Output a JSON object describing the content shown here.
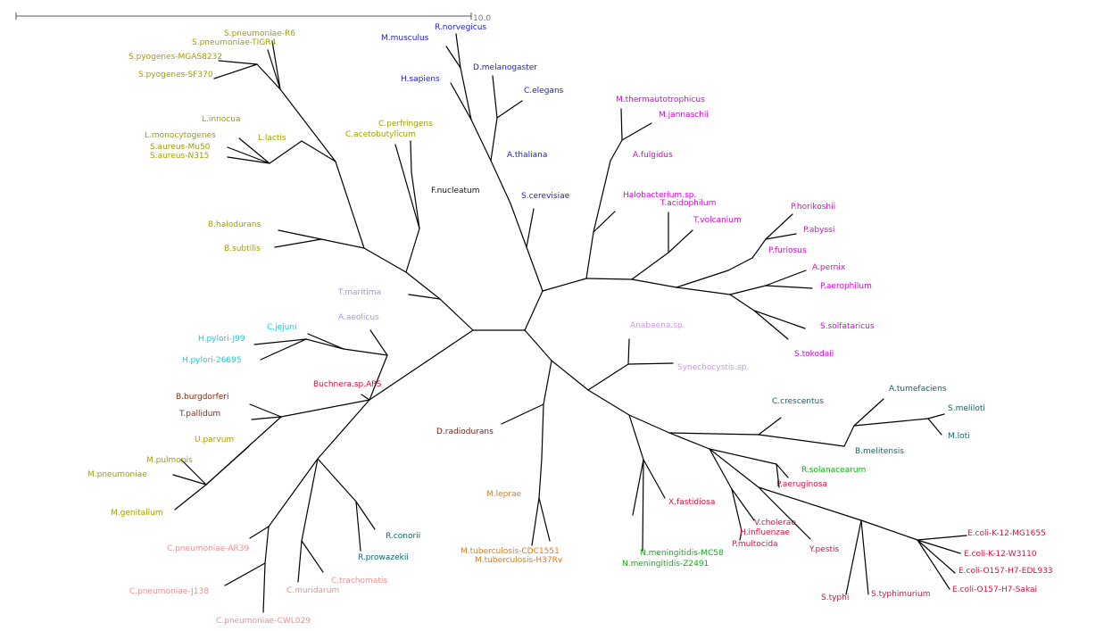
{
  "scale_bar": {
    "label": "10.0"
  },
  "groups": {
    "firmicutes": "#a0a000",
    "eukaryota": "#1c1cd8",
    "archaea": "#e000e0",
    "fusobacteria": "#111111",
    "thermotogae_aquificae": "#9999ee",
    "epsilonproteo": "#00d8e0",
    "gamma_red": "#e0103c",
    "spirochaetes": "#8b2a10",
    "chlamydia": "#f09090",
    "rickettsia": "#0a6a6a",
    "deinococcus": "#7a1a10",
    "actinobacteria": "#e87810",
    "betaproteo": "#10b010",
    "cyanobacteria": "#cc99e6",
    "alphaproteo": "#0a6a6a"
  },
  "taxa": [
    {
      "label": "S.pneumoniae-R6",
      "group": "firmicutes"
    },
    {
      "label": "S.pneumoniae-TIGR4",
      "group": "firmicutes"
    },
    {
      "label": "S.pyogenes-MGAS8232",
      "group": "firmicutes"
    },
    {
      "label": "S.pyogenes-SF370",
      "group": "firmicutes"
    },
    {
      "label": "L.innocua",
      "group": "firmicutes"
    },
    {
      "label": "L.lactis",
      "group": "firmicutes"
    },
    {
      "label": "L.monocytogenes",
      "group": "firmicutes"
    },
    {
      "label": "S.aureus-Mu50",
      "group": "firmicutes"
    },
    {
      "label": "S.aureus-N315",
      "group": "firmicutes"
    },
    {
      "label": "C.perfringens",
      "group": "firmicutes"
    },
    {
      "label": "C.acetobutylicum",
      "group": "firmicutes"
    },
    {
      "label": "B.halodurans",
      "group": "firmicutes"
    },
    {
      "label": "B.subtilis",
      "group": "firmicutes"
    },
    {
      "label": "F.nucleatum",
      "group": "fusobacteria"
    },
    {
      "label": "M.musculus",
      "group": "eukaryota"
    },
    {
      "label": "R.norvegicus",
      "group": "eukaryota"
    },
    {
      "label": "D.melanogaster",
      "group": "eukaryota"
    },
    {
      "label": "H.sapiens",
      "group": "eukaryota"
    },
    {
      "label": "C.elegans",
      "group": "eukaryota"
    },
    {
      "label": "A.thaliana",
      "group": "eukaryota"
    },
    {
      "label": "S.cerevisiae",
      "group": "eukaryota"
    },
    {
      "label": "M.thermautotrophicus",
      "group": "archaea"
    },
    {
      "label": "M.jannaschii",
      "group": "archaea"
    },
    {
      "label": "A.fulgidus",
      "group": "archaea"
    },
    {
      "label": "Halobacterium.sp.",
      "group": "archaea"
    },
    {
      "label": "T.acidophilum",
      "group": "archaea"
    },
    {
      "label": "T.volcanium",
      "group": "archaea"
    },
    {
      "label": "P.horikoshii",
      "group": "archaea"
    },
    {
      "label": "P.abyssi",
      "group": "archaea"
    },
    {
      "label": "P.furiosus",
      "group": "archaea"
    },
    {
      "label": "A.pernix",
      "group": "archaea"
    },
    {
      "label": "P.aerophilum",
      "group": "archaea"
    },
    {
      "label": "S.solfataricus",
      "group": "archaea"
    },
    {
      "label": "S.tokodaii",
      "group": "archaea"
    },
    {
      "label": "T.maritima",
      "group": "thermotogae_aquificae"
    },
    {
      "label": "A.aeolicus",
      "group": "thermotogae_aquificae"
    },
    {
      "label": "C.jejuni",
      "group": "epsilonproteo"
    },
    {
      "label": "H.pylori-J99",
      "group": "epsilonproteo"
    },
    {
      "label": "H.pylori-26695",
      "group": "epsilonproteo"
    },
    {
      "label": "Buchnera.sp.APS",
      "group": "gamma_red"
    },
    {
      "label": "B.burgdorferi",
      "group": "spirochaetes"
    },
    {
      "label": "T.pallidum",
      "group": "spirochaetes"
    },
    {
      "label": "U.parvum",
      "group": "firmicutes"
    },
    {
      "label": "M.pulmonis",
      "group": "firmicutes"
    },
    {
      "label": "M.pneumoniae",
      "group": "firmicutes"
    },
    {
      "label": "M.genitalium",
      "group": "firmicutes"
    },
    {
      "label": "C.pneumoniae-AR39",
      "group": "chlamydia"
    },
    {
      "label": "C.pneumoniae-J138",
      "group": "chlamydia"
    },
    {
      "label": "C.pneumoniae-CWL029",
      "group": "chlamydia"
    },
    {
      "label": "C.trachomatis",
      "group": "chlamydia"
    },
    {
      "label": "C.muridarum",
      "group": "chlamydia"
    },
    {
      "label": "R.conorii",
      "group": "rickettsia"
    },
    {
      "label": "R.prowazekii",
      "group": "rickettsia"
    },
    {
      "label": "D.radiodurans",
      "group": "deinococcus"
    },
    {
      "label": "M.leprae",
      "group": "actinobacteria"
    },
    {
      "label": "M.tuberculosis-CDC1551",
      "group": "actinobacteria"
    },
    {
      "label": "M.tuberculosis-H37Rv",
      "group": "actinobacteria"
    },
    {
      "label": "N.meningitidis-MC58",
      "group": "betaproteo"
    },
    {
      "label": "N.meningitidis-Z2491",
      "group": "betaproteo"
    },
    {
      "label": "X.fastidiosa",
      "group": "gamma_red"
    },
    {
      "label": "Anabaena.sp.",
      "group": "cyanobacteria"
    },
    {
      "label": "Synechocystis.sp.",
      "group": "cyanobacteria"
    },
    {
      "label": "C.crescentus",
      "group": "alphaproteo"
    },
    {
      "label": "A.tumefaciens",
      "group": "alphaproteo"
    },
    {
      "label": "S.meliloti",
      "group": "alphaproteo"
    },
    {
      "label": "M.loti",
      "group": "alphaproteo"
    },
    {
      "label": "B.melitensis",
      "group": "alphaproteo"
    },
    {
      "label": "R.solanacearum",
      "group": "betaproteo"
    },
    {
      "label": "P.aeruginosa",
      "group": "gamma_red"
    },
    {
      "label": "V.cholerae",
      "group": "gamma_red"
    },
    {
      "label": "H.influenzae",
      "group": "gamma_red"
    },
    {
      "label": "P.multocida",
      "group": "gamma_red"
    },
    {
      "label": "Y.pestis",
      "group": "gamma_red"
    },
    {
      "label": "E.coli-K-12-MG1655",
      "group": "gamma_red"
    },
    {
      "label": "E.coli-K-12-W3110",
      "group": "gamma_red"
    },
    {
      "label": "E.coli-O157-H7-EDL933",
      "group": "gamma_red"
    },
    {
      "label": "E.coli-O157-H7-Sakai",
      "group": "gamma_red"
    },
    {
      "label": "S.typhi",
      "group": "gamma_red"
    },
    {
      "label": "S.typhimurium",
      "group": "gamma_red"
    }
  ]
}
